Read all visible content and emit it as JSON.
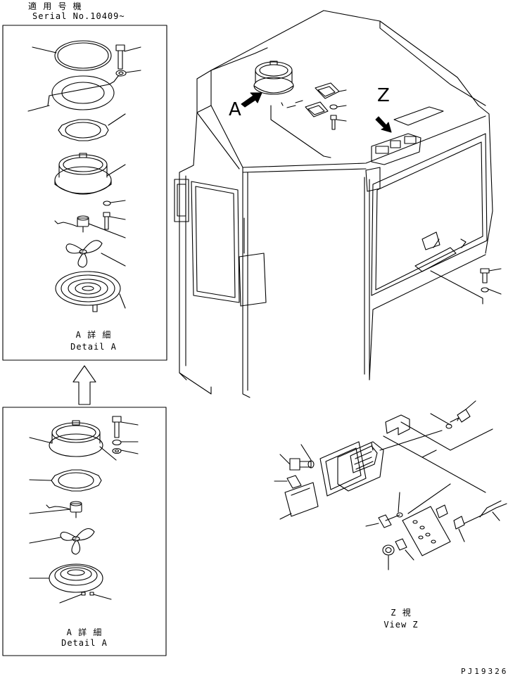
{
  "header": {
    "applicable_jp": "適 用 号 機",
    "serial": "Serial No.10409~"
  },
  "detail_top": {
    "jp": "A 詳 細",
    "en": "Detail A"
  },
  "detail_bottom": {
    "jp": "A 詳 細",
    "en": "Detail A"
  },
  "view_z": {
    "jp": "Z 視",
    "en": "View Z"
  },
  "arrow_a_label": "A",
  "arrow_z_label": "Z",
  "drawing_number": "PJ19326"
}
